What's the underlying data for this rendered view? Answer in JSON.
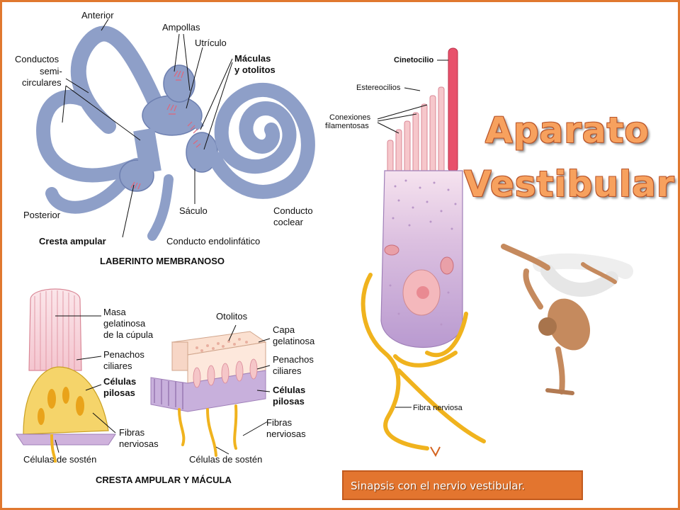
{
  "title": {
    "line1": "Aparato",
    "line2": "Vestibular"
  },
  "labyrinth": {
    "caption": "LABERINTO MEMBRANOSO",
    "labels": {
      "anterior": "Anterior",
      "ampollas": "Ampollas",
      "utriculo": "Utrículo",
      "maculas_line1": "Máculas",
      "maculas_line2": "y otolitos",
      "conductos_line1": "Conductos",
      "conductos_line2": "semi-",
      "conductos_line3": "circulares",
      "posterior": "Posterior",
      "cresta_ampular": "Cresta ampular",
      "saculo": "Sáculo",
      "coclear_line1": "Conducto",
      "coclear_line2": "coclear",
      "endolinfatico": "Conducto endolinfático"
    }
  },
  "crista_macula": {
    "caption": "CRESTA AMPULAR Y MÁCULA",
    "labels": {
      "masa_line1": "Masa",
      "masa_line2": "gelatinosa",
      "masa_line3": "de la cúpula",
      "penachos1_line1": "Penachos",
      "penachos1_line2": "ciliares",
      "celulas1_line1": "Células",
      "celulas1_line2": "pilosas",
      "fibras1_line1": "Fibras",
      "fibras1_line2": "nerviosas",
      "sosten1": "Células de sostén",
      "otolitos": "Otolitos",
      "capa_line1": "Capa",
      "capa_line2": "gelatinosa",
      "penachos2_line1": "Penachos",
      "penachos2_line2": "ciliares",
      "celulas2_line1": "Células",
      "celulas2_line2": "pilosas",
      "fibras2_line1": "Fibras",
      "fibras2_line2": "nerviosas",
      "sosten2": "Células de sostén"
    }
  },
  "hair_cell": {
    "labels": {
      "cinetocilio": "Cinetocilio",
      "estereocilios": "Estereocilios",
      "conexiones_line1": "Conexiones",
      "conexiones_line2": "filamentosas",
      "fibra": "Fibra nerviosa"
    }
  },
  "caption_box": {
    "text": "Sinapsis con el nervio vestibular."
  },
  "colors": {
    "border": "#e0782f",
    "title_fill": "#f7a15e",
    "labyrinth": "#8e9fc8",
    "cell_body": "#c9a6d8",
    "nerve": "#f0b31e",
    "cilia": "#f2a7ae",
    "kinocilium": "#e8516b",
    "caption_bg": "#e3752f"
  }
}
